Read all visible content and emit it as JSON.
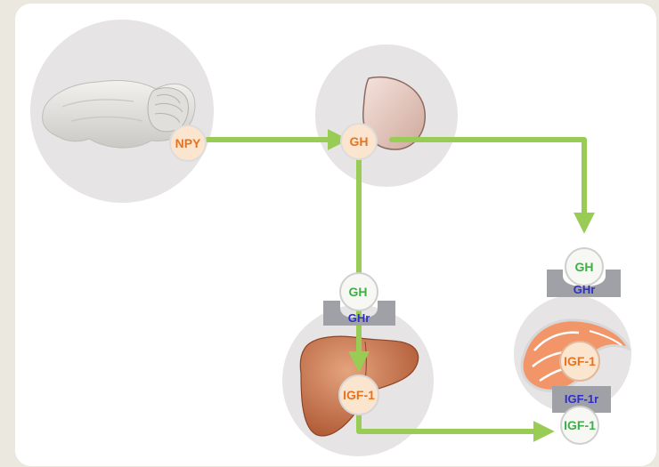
{
  "colors": {
    "arrow": "#99cc55",
    "tissue_bg": "#e6e4e4",
    "hormone_ring": "#cfcfcf",
    "npy_text": "#e8731f",
    "gh_text": "#3fae49",
    "ghr_text": "#2e2ec8",
    "igf_text": "#e8731f",
    "igf1r_text": "#2e2ec8",
    "igf_fill": "#fbe5cf",
    "node_fill": "#f7f7f4",
    "receptor_fill": "#9fa1a6"
  },
  "tissues": {
    "brain": "brain-icon",
    "pituitary": "pituitary-icon",
    "liver": "liver-icon",
    "muscle": "salmon-muscle-icon"
  },
  "nodes": {
    "npy": "NPY",
    "gh_pituitary": "GH",
    "gh_liver": "GH",
    "ghr_liver": "GHr",
    "igf1_liver": "IGF-1",
    "gh_muscle": "GH",
    "ghr_muscle": "GHr",
    "igf1_muscle": "IGF-1",
    "igf1r_muscle": "IGF-1r",
    "igf1_bound": "IGF-1"
  }
}
